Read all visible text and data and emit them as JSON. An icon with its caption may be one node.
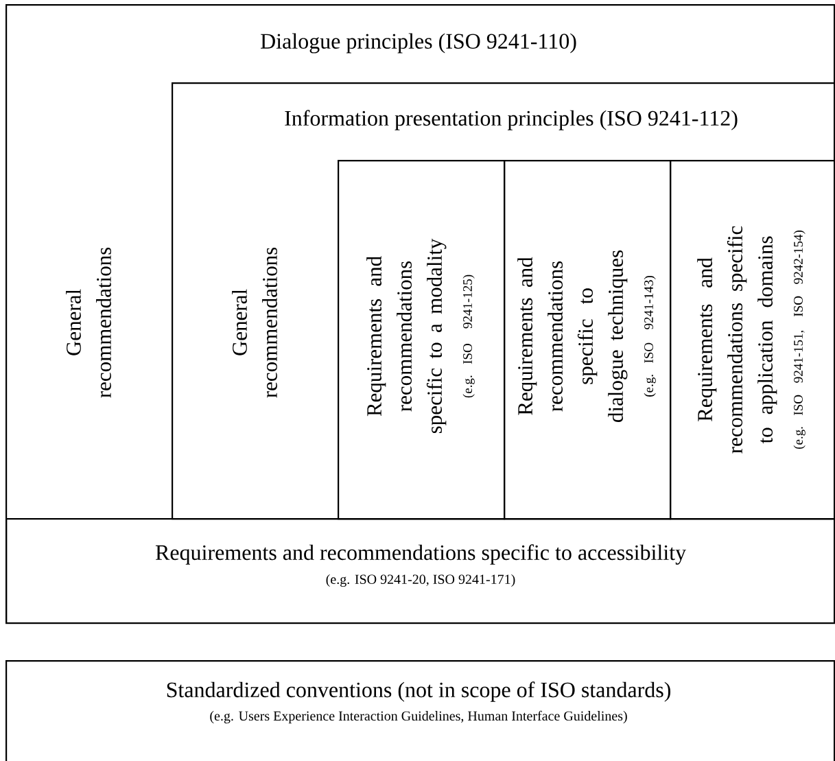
{
  "diagram": {
    "nodes": [
      {
        "text": [
          "Dialogue principles (ISO 9241-110)",
          "General recommendations"
        ]
      },
      {
        "text": [
          "Information presentation principles (ISO 9241-112)",
          "General recommendations"
        ],
        "in": 0
      },
      {
        "text": [
          "Requirements and recommendations specific to a modality",
          "(e.g. ISO 9241-125)"
        ],
        "in": 1
      },
      {
        "text": [
          "Requirements and recommendations specific to dialogue techniques",
          "(e.g. ISO 9241-143)"
        ],
        "in": 1
      },
      {
        "text": [
          "Requirements and recommendations specific to application domains",
          "(e.g. ISO 9241-151, ISO 9242-154)"
        ],
        "in": 1
      },
      {
        "text": [
          "Requirements and recommendations specific to accessibility",
          "(e.g. ISO 9241-20, ISO 9241-171)"
        ],
        "in": 0
      },
      {
        "text": [
          "Standardized conventions (not in scope of ISO standards)",
          "(e.g. Users Experience Interaction Guidelines, Human Interface Guidelines)"
        ]
      }
    ]
  }
}
